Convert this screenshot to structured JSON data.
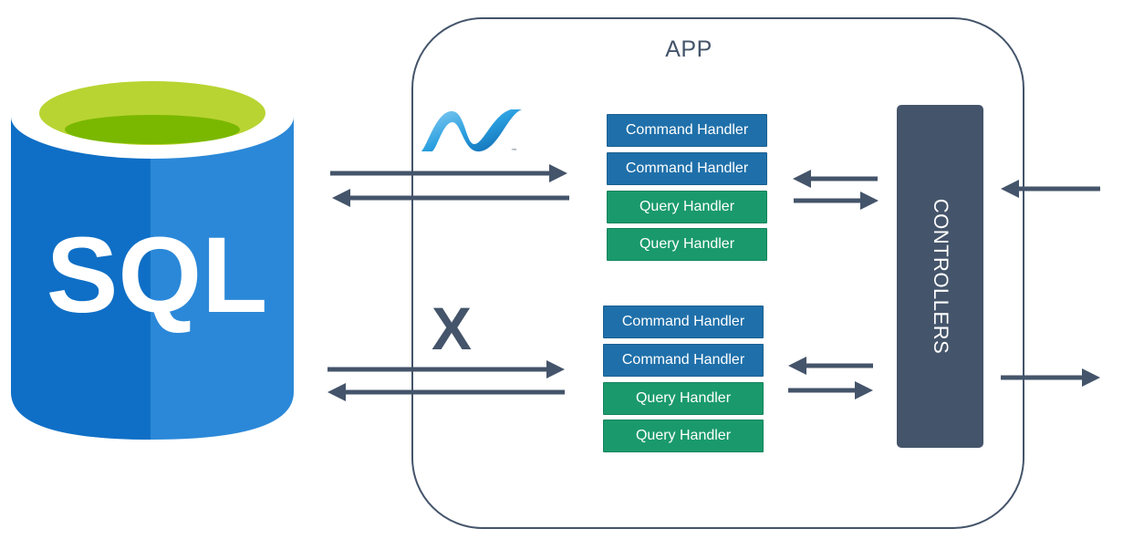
{
  "app": {
    "title": "APP"
  },
  "database": {
    "label": "SQL"
  },
  "upper_group": {
    "handlers": [
      {
        "label": "Command Handler",
        "kind": "command"
      },
      {
        "label": "Command Handler",
        "kind": "command"
      },
      {
        "label": "Query Handler",
        "kind": "query"
      },
      {
        "label": "Query Handler",
        "kind": "query"
      }
    ]
  },
  "lower_group": {
    "blocked_mark": "X",
    "handlers": [
      {
        "label": "Command Handler",
        "kind": "command"
      },
      {
        "label": "Command Handler",
        "kind": "command"
      },
      {
        "label": "Query Handler",
        "kind": "query"
      },
      {
        "label": "Query Handler",
        "kind": "query"
      }
    ]
  },
  "controllers": {
    "label": "CONTROLLERS"
  },
  "colors": {
    "outline": "#44546a",
    "command": "#1f70aa",
    "query": "#1a9a6c",
    "sql_blue": "#0f6fc6",
    "sql_green": "#b8d432"
  },
  "icons": [
    "sql-database-icon",
    "dotnet-logo-icon"
  ]
}
